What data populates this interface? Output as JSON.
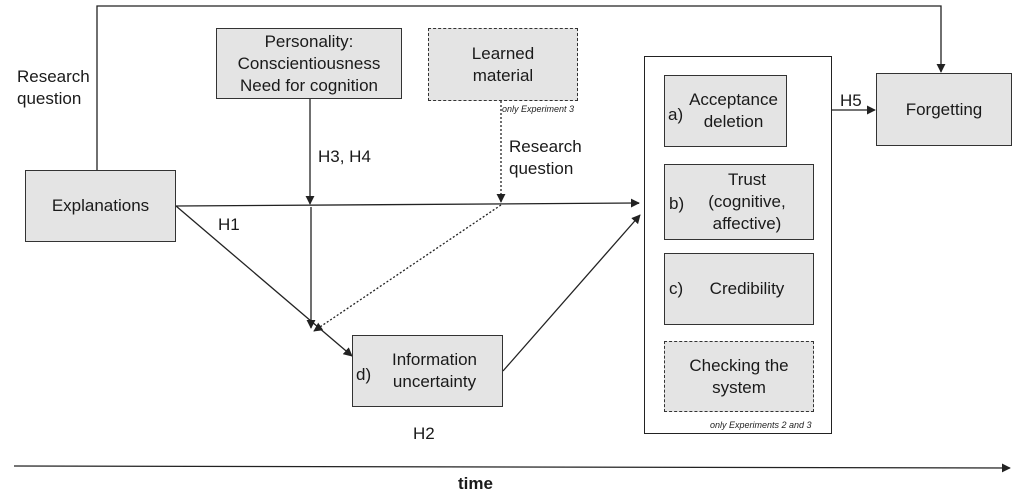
{
  "boxes": {
    "explanations": "Explanations",
    "personality": "Personality:\nConscientiousness\nNeed for cognition",
    "learned_material": "Learned\nmaterial",
    "information_uncertainty": "Information\nuncertainty",
    "acceptance": "Acceptance\ndeletion",
    "trust": "Trust\n(cognitive,\naffective)",
    "credibility": "Credibility",
    "checking": "Checking the\nsystem",
    "forgetting": "Forgetting"
  },
  "letters": {
    "a": "a)",
    "b": "b)",
    "c": "c)",
    "d": "d)"
  },
  "labels": {
    "research_question_left": "Research\nquestion",
    "research_question_mid": "Research\nquestion",
    "h1": "H1",
    "h2": "H2",
    "h3_h4": "H3, H4",
    "h5": "H5",
    "time": "time"
  },
  "notes": {
    "experiment3": "only Experiment 3",
    "experiments23": "only Experiments 2 and 3"
  }
}
